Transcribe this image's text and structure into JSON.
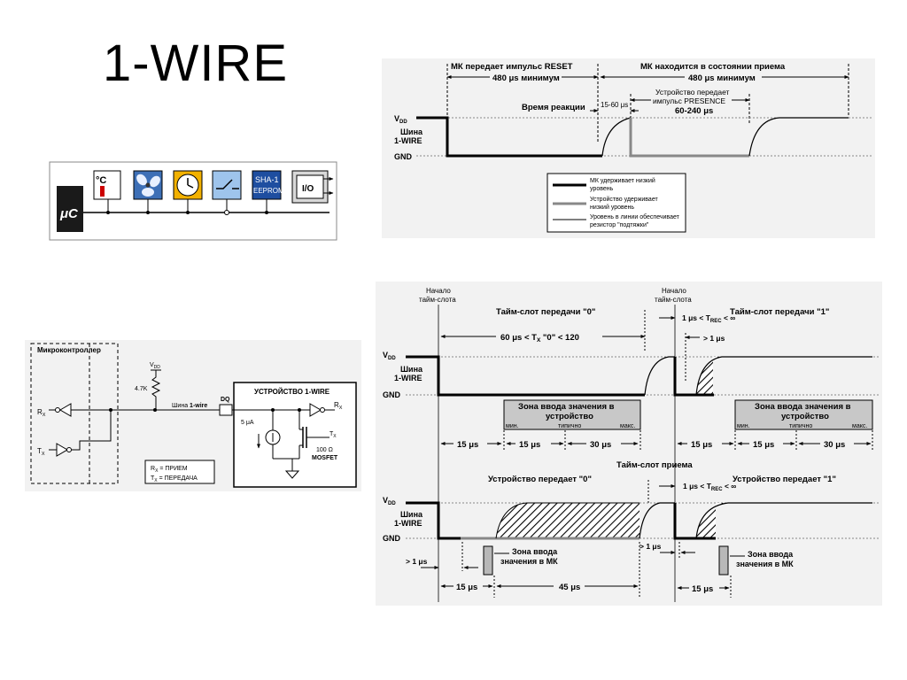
{
  "slide": {
    "title": "1-WIRE"
  },
  "bus_diagram": {
    "mcu_label": "μC",
    "temp_icon_label": "°C",
    "eeprom_label_1": "SHA-1",
    "eeprom_label_2": "EEPROM",
    "io_label": "I/O"
  },
  "reset_diagram": {
    "mk_reset_label": "МК передает импульс RESET",
    "reset_480_label": "480 μs минимум",
    "mk_receive_label": "МК находится в состоянии приема",
    "receive_480_label": "480 μs минимум",
    "device_presence_1": "Устройство передает",
    "device_presence_2": "импульс PRESENCE",
    "presence_time": "60-240 μs",
    "reaction_time_label": "Время реакции",
    "reaction_time_value": "15-60 μs",
    "vdd_label": "V",
    "vdd_sub": "DD",
    "bus_label_1": "Шина",
    "bus_label_2": "1-WIRE",
    "gnd_label": "GND",
    "legend_mk_1": "МК удерживает низкий",
    "legend_mk_2": "уровень",
    "legend_dev_1": "Устройство удерживает",
    "legend_dev_2": "низкий уровень",
    "legend_pull_1": "Уровень в линии обеспечивает",
    "legend_pull_2": "резистор \"подтяжки\""
  },
  "circuit_diagram": {
    "mcu_label": "Микроконтроллер",
    "vdd_label": "V",
    "vdd_sub": "DD",
    "resistor_label": "4.7K",
    "rx_label": "R",
    "rx_sub": "X",
    "tx_label": "T",
    "tx_sub": "X",
    "bus_wire_label": "Шина",
    "bus_wire_label_2": "1-wire",
    "dq_label": "DQ",
    "device_title": "УСТРОЙСТВО 1-WIRE",
    "current_label": "5 μA",
    "mosfet_label_1": "100 Ω",
    "mosfet_label_2": "MOSFET",
    "legend_rx": "= ПРИЕМ",
    "legend_tx": "= ПЕРЕДАЧА"
  },
  "timeslot_diagram": {
    "slot_start_1": "Начало",
    "slot_start_2": "тайм-слота",
    "tx0_title": "Тайм-слот передачи \"0\"",
    "tx1_title": "Тайм-слот передачи \"1\"",
    "tx0_range_a": "60 μs < T",
    "tx0_range_sub": "X",
    "tx0_range_b": " \"0\" < 120",
    "trec_a": "1 μs < T",
    "trec_sub": "REC",
    "trec_b": " < ∞",
    "gt1us": "> 1 μs",
    "vdd_label": "V",
    "vdd_sub": "DD",
    "bus_label_1": "Шина",
    "bus_label_2": "1-WIRE",
    "gnd_label": "GND",
    "zone_1": "Зона ввода значения в",
    "zone_2": "устройство",
    "zone_min": "мин.",
    "zone_typ": "типично",
    "zone_max": "макс.",
    "t15": "15 μs",
    "t30": "30 μs",
    "t45": "45 μs",
    "rx_title": "Тайм-слот приема",
    "dev0_label": "Устройство передает \"0\"",
    "dev1_label": "Устройство передает \"1\"",
    "mk_zone_1": "Зона ввода",
    "mk_zone_2": "значения в МК"
  }
}
